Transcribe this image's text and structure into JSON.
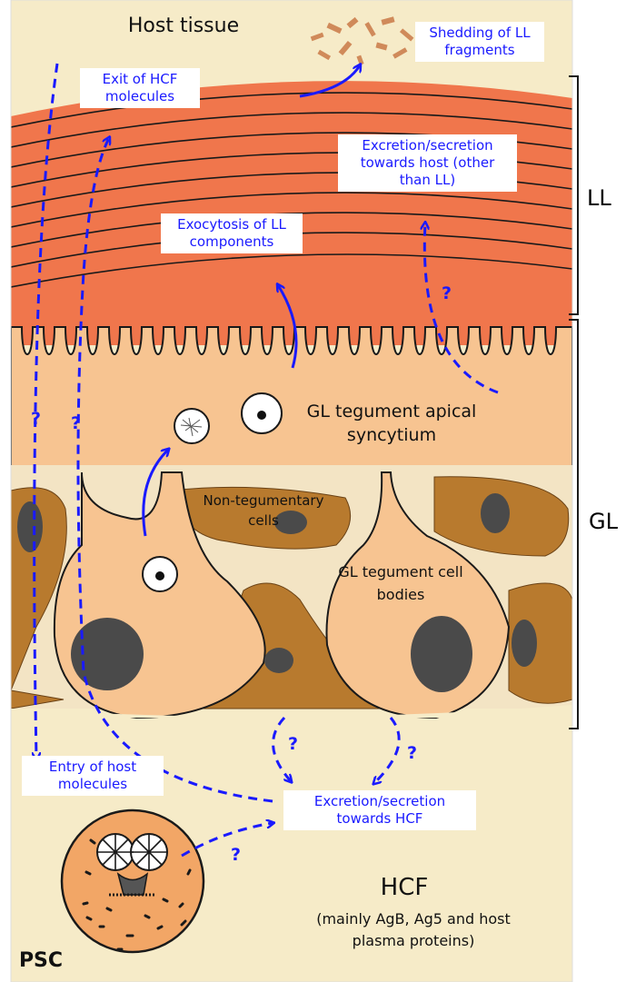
{
  "labels": {
    "host_tissue": "Host tissue",
    "shedding": "Shedding of LL fragments",
    "exit_hcf": "Exit of HCF molecules",
    "excretion_host": "Excretion/secretion towards host (other than LL)",
    "exocytosis": "Exocytosis of LL components",
    "gl_apical": "GL tegument apical syncytium",
    "non_tegumentary": "Non-tegumentary cells",
    "gl_cell_bodies": "GL tegument cell bodies",
    "entry_host": "Entry of host molecules",
    "excretion_hcf": "Excretion/secretion towards HCF",
    "hcf_title": "HCF",
    "hcf_sub": "(mainly AgB, Ag5 and host plasma proteins)",
    "psc": "PSC",
    "ll": "LL",
    "gl": "GL",
    "question_mark": "?"
  },
  "colors": {
    "arrow_blue": "#1a1aff",
    "laminated_layer": "#f0764c",
    "tegument": "#f7c491",
    "background": "#f6ebc8",
    "cell_bodies_dark": "#b87a2e",
    "nuclei": "#4a4a4a"
  }
}
